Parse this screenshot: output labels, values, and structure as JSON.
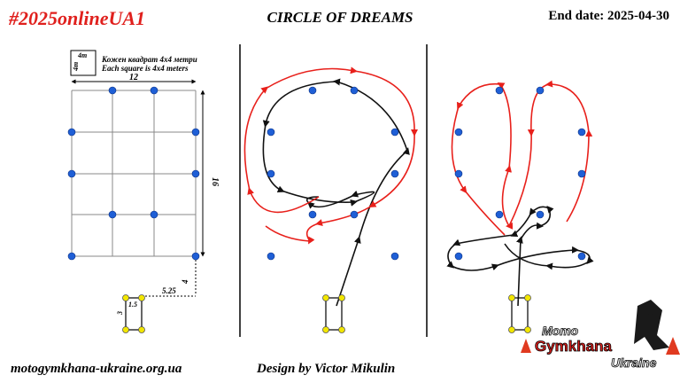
{
  "header": {
    "event_tag": "#2025onlineUA1",
    "course_title": "CIRCLE OF DREAMS",
    "end_date_label": "End date: 2025-04-30"
  },
  "legend": {
    "square_label": "4m",
    "square_label_side": "4m",
    "note_uk": "Кожен квадрат 4x4 метри",
    "note_en": "Each square is 4x4 meters"
  },
  "dimensions": {
    "width": "12",
    "height": "16",
    "offset_vertical": "4",
    "offset_horizontal": "5.25",
    "box_width": "1.5",
    "box_height": "3"
  },
  "footer": {
    "website": "motogymkhana-ukraine.org.ua",
    "designer": "Design by Victor Mikulin"
  },
  "logo": {
    "line1": "Мото",
    "line2": "Gymkhana",
    "line3": "Ukraine"
  },
  "colors": {
    "cone": "#1f5fd6",
    "box_cone": "#f2e600",
    "path_red": "#e8201b",
    "path_black": "#111111",
    "accent": "#e0201d"
  }
}
